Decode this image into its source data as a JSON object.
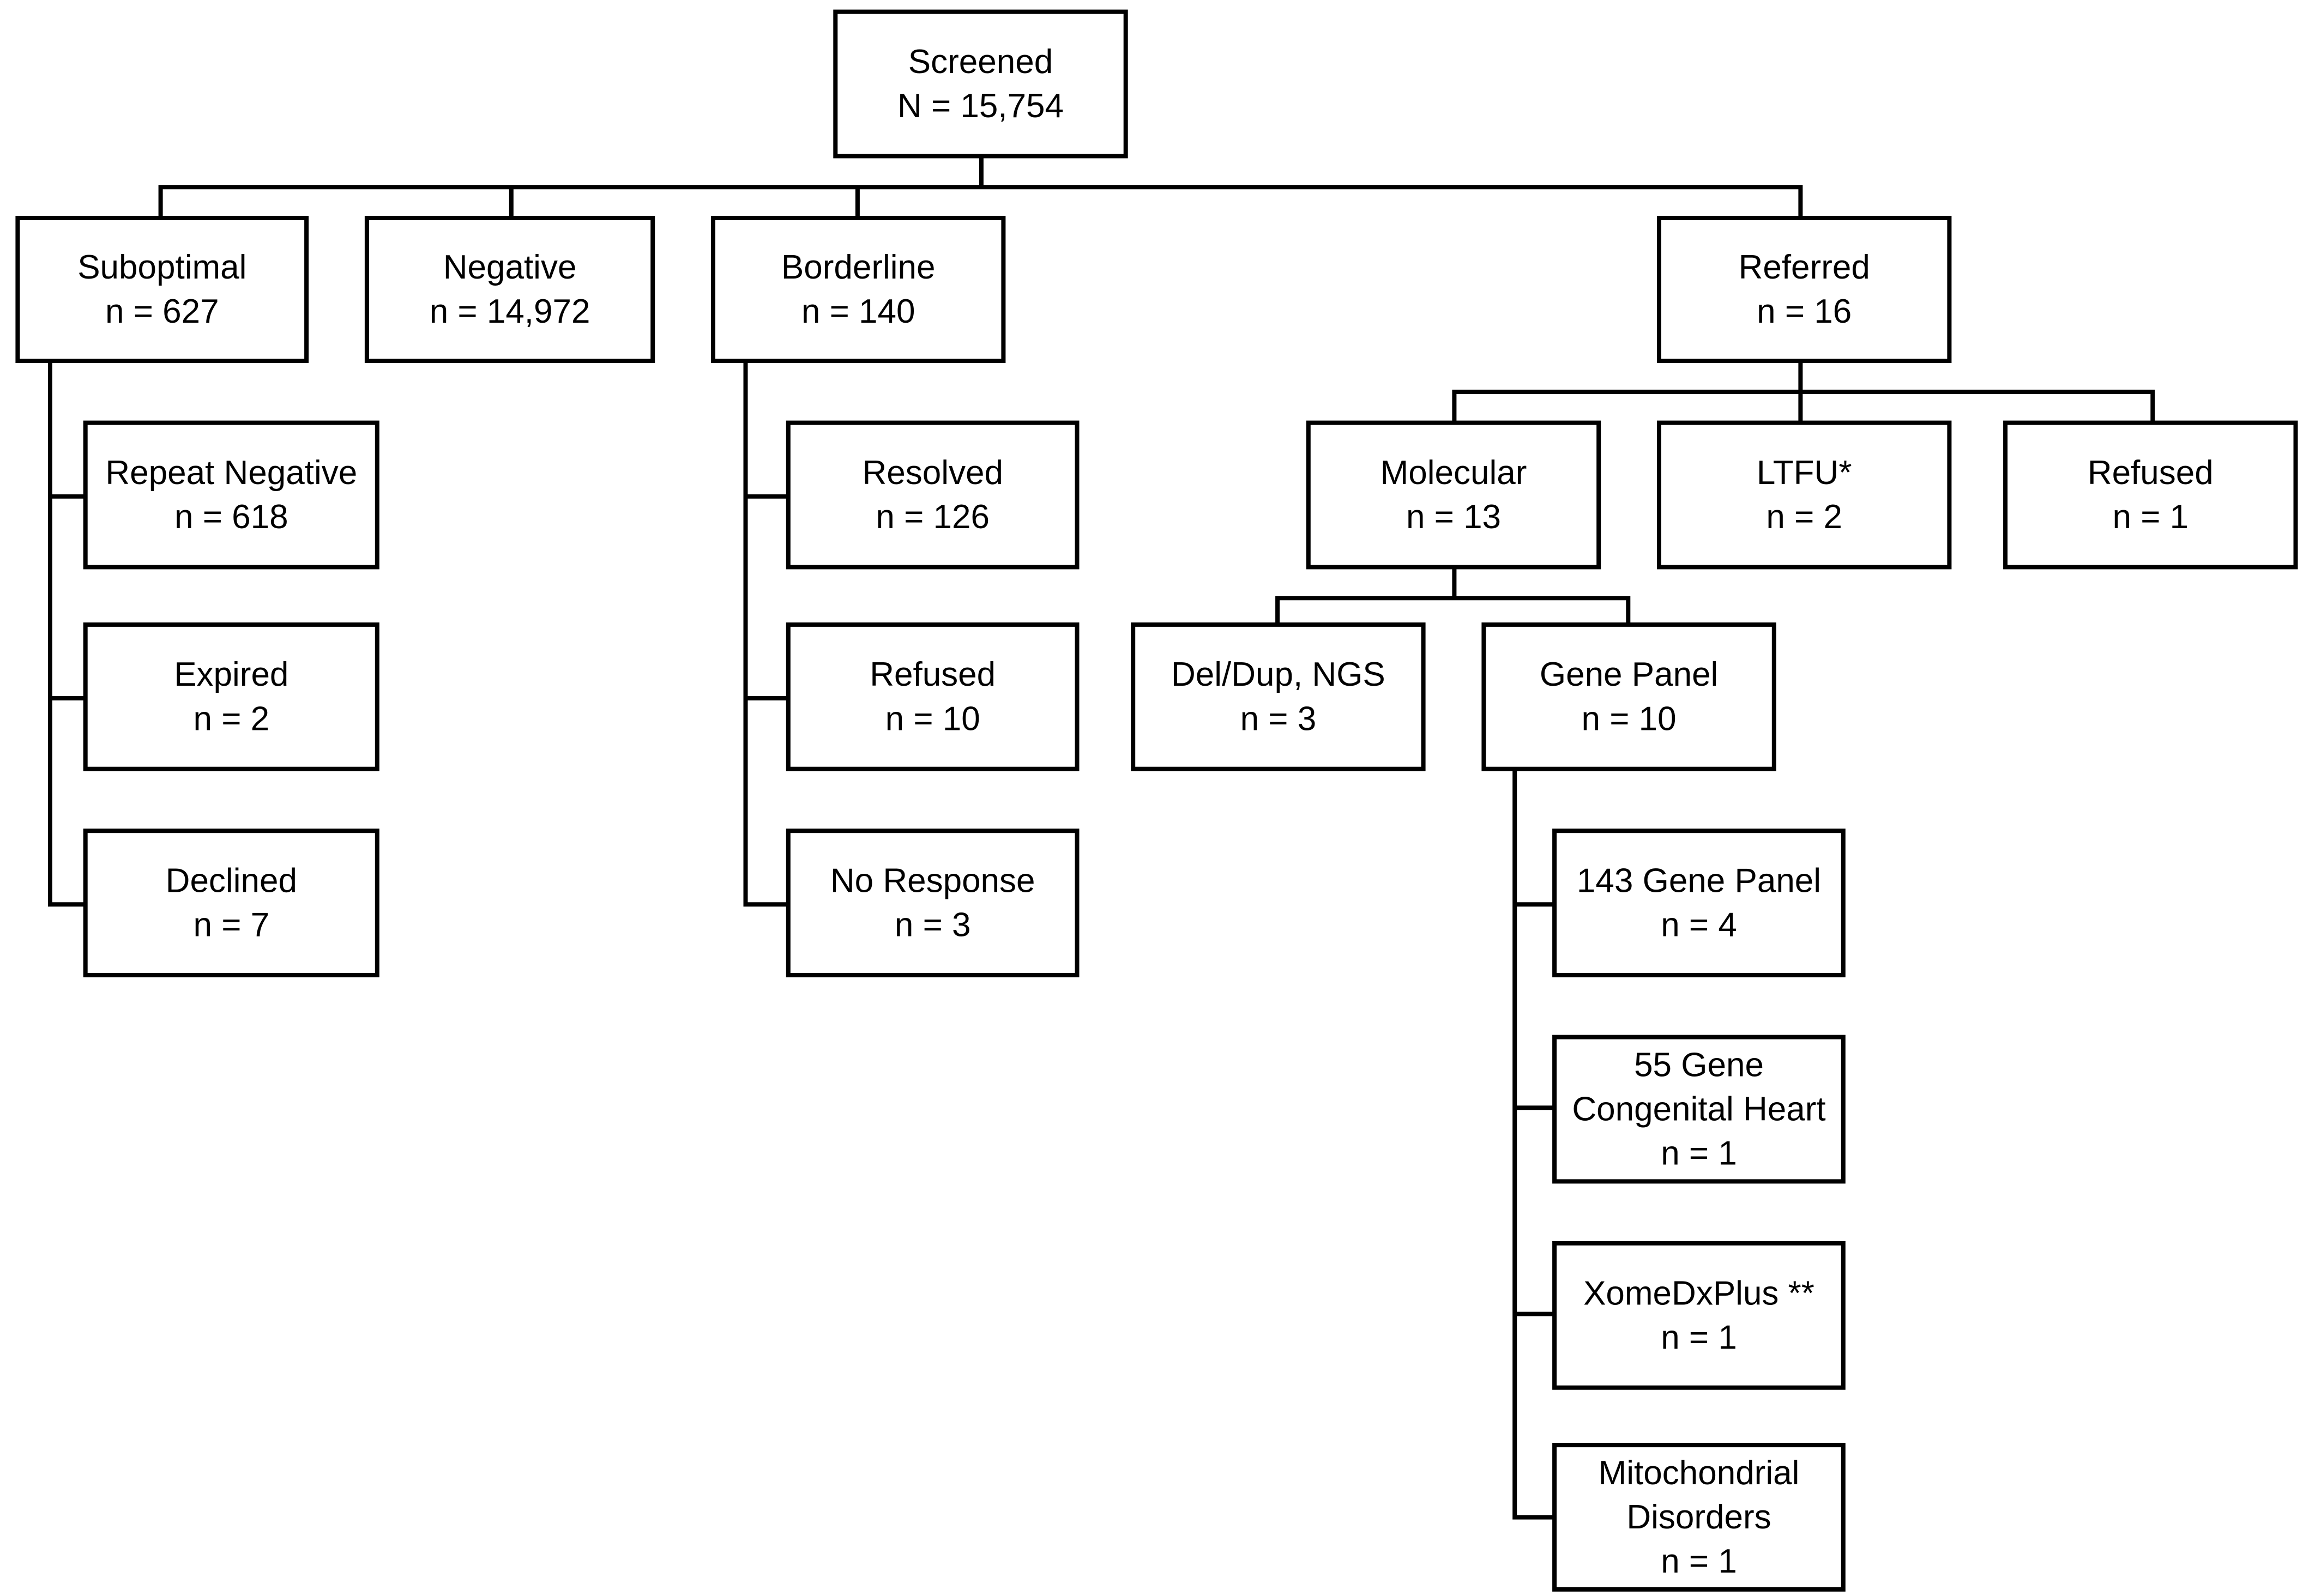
{
  "nodes": {
    "screened": {
      "lines": [
        "Screened",
        "N = 15,754"
      ]
    },
    "suboptimal": {
      "lines": [
        "Suboptimal",
        "n = 627"
      ]
    },
    "negative": {
      "lines": [
        "Negative",
        "n = 14,972"
      ]
    },
    "borderline": {
      "lines": [
        "Borderline",
        "n = 140"
      ]
    },
    "referred": {
      "lines": [
        "Referred",
        "n = 16"
      ]
    },
    "repeat_neg": {
      "lines": [
        "Repeat Negative",
        "n = 618"
      ]
    },
    "expired": {
      "lines": [
        "Expired",
        "n = 2"
      ]
    },
    "declined": {
      "lines": [
        "Declined",
        "n = 7"
      ]
    },
    "resolved": {
      "lines": [
        "Resolved",
        "n = 126"
      ]
    },
    "refused_b": {
      "lines": [
        "Refused",
        "n = 10"
      ]
    },
    "no_response": {
      "lines": [
        "No Response",
        "n = 3"
      ]
    },
    "molecular": {
      "lines": [
        "Molecular",
        "n = 13"
      ]
    },
    "ltfu": {
      "lines": [
        "LTFU*",
        "n = 2"
      ]
    },
    "refused_r": {
      "lines": [
        "Refused",
        "n = 1"
      ]
    },
    "deldup": {
      "lines": [
        "Del/Dup, NGS",
        "n = 3"
      ]
    },
    "genepanel": {
      "lines": [
        "Gene Panel",
        "n = 10"
      ]
    },
    "gp143": {
      "lines": [
        "143 Gene Panel",
        "n = 4"
      ]
    },
    "gp55": {
      "lines": [
        "55 Gene",
        "Congenital Heart",
        "n = 1"
      ]
    },
    "xome": {
      "lines": [
        "XomeDxPlus **",
        "n = 1"
      ]
    },
    "mito": {
      "lines": [
        "Mitochondrial",
        "Disorders",
        "n = 1"
      ]
    }
  },
  "edges": [
    [
      "screened",
      "suboptimal"
    ],
    [
      "screened",
      "negative"
    ],
    [
      "screened",
      "borderline"
    ],
    [
      "screened",
      "referred"
    ],
    [
      "suboptimal",
      "repeat_neg"
    ],
    [
      "suboptimal",
      "expired"
    ],
    [
      "suboptimal",
      "declined"
    ],
    [
      "borderline",
      "resolved"
    ],
    [
      "borderline",
      "refused_b"
    ],
    [
      "borderline",
      "no_response"
    ],
    [
      "referred",
      "molecular"
    ],
    [
      "referred",
      "ltfu"
    ],
    [
      "referred",
      "refused_r"
    ],
    [
      "molecular",
      "deldup"
    ],
    [
      "molecular",
      "genepanel"
    ],
    [
      "genepanel",
      "gp143"
    ],
    [
      "genepanel",
      "gp55"
    ],
    [
      "genepanel",
      "xome"
    ],
    [
      "genepanel",
      "mito"
    ]
  ]
}
